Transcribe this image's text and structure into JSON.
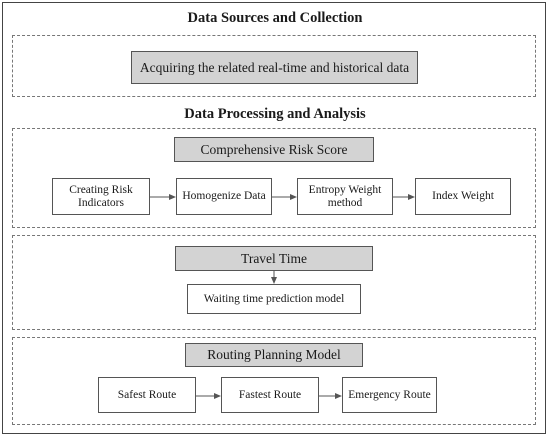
{
  "sections": {
    "sources": {
      "heading": "Data Sources and Collection",
      "box": "Acquiring the related real-time and historical data"
    },
    "processing": {
      "heading": "Data Processing and Analysis",
      "risk": {
        "title": "Comprehensive Risk Score",
        "steps": [
          "Creating Risk Indicators",
          "Homogenize Data",
          "Entropy Weight method",
          "Index Weight"
        ]
      },
      "travel": {
        "title": "Travel Time",
        "step": "Waiting time prediction model"
      },
      "routing": {
        "title": "Routing Planning Model",
        "steps": [
          "Safest Route",
          "Fastest Route",
          "Emergency Route"
        ]
      }
    }
  }
}
